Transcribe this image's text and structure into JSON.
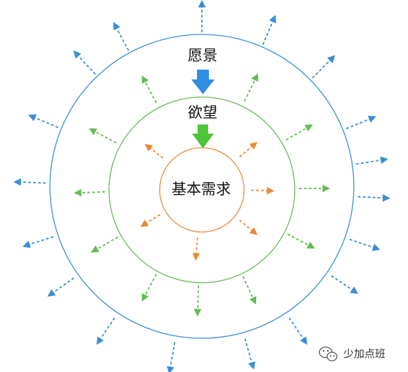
{
  "colors": {
    "outer": "#3a8fd6",
    "middle": "#66bb55",
    "inner": "#ea8a35",
    "label_text": "#111111"
  },
  "rings": {
    "outer": {
      "label": "愿景",
      "color": "#3a8fd6"
    },
    "middle": {
      "label": "欲望",
      "color": "#66bb55"
    },
    "inner": {
      "label": "基本需求",
      "color": "#ea8a35"
    }
  },
  "watermark": {
    "icon": "wechat-icon",
    "text": "少加点班"
  }
}
